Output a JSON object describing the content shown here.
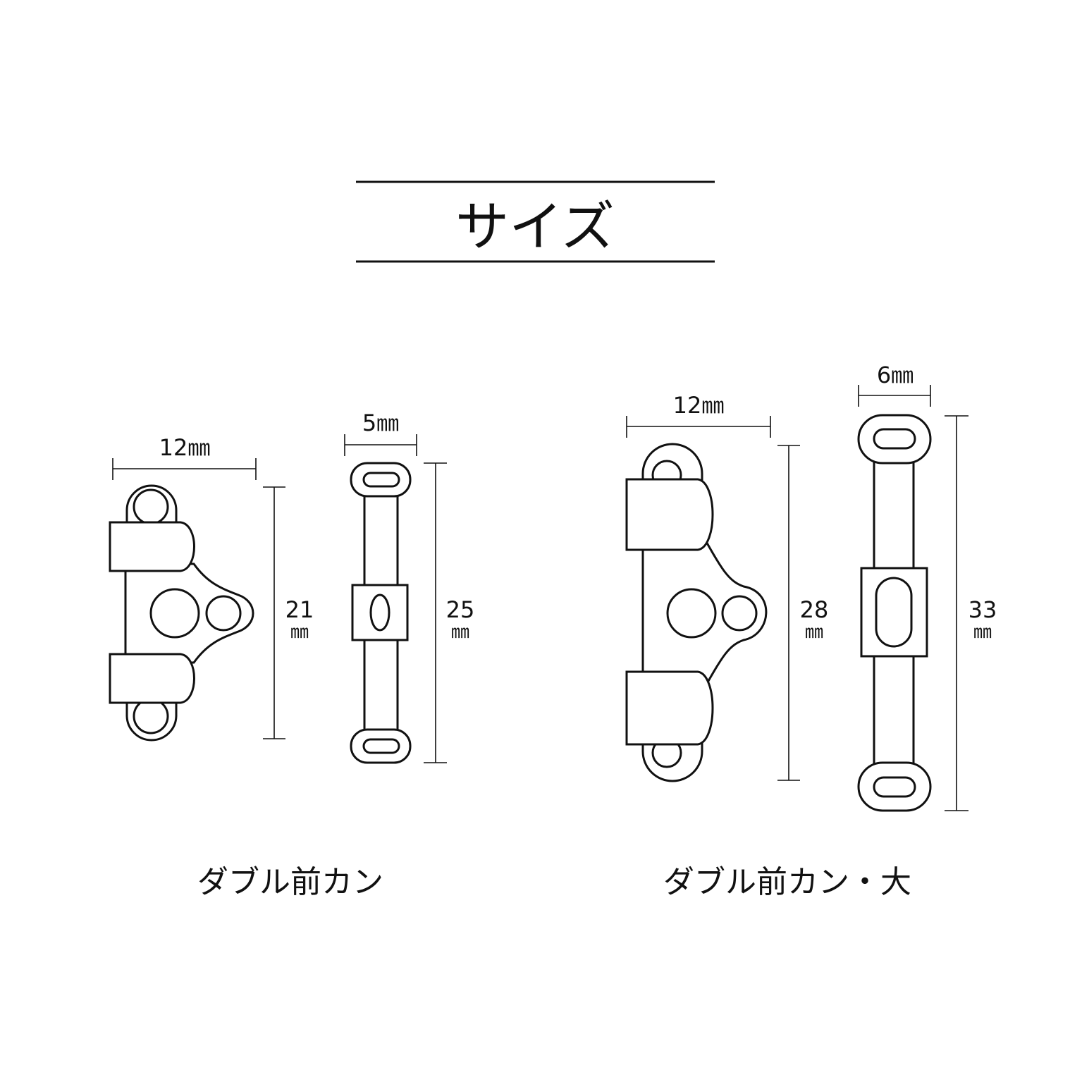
{
  "title": "サイズ",
  "items": [
    {
      "caption": "ダブル前カン",
      "front_width": "12㎜",
      "front_height": "21",
      "side_width": "5㎜",
      "side_height": "25",
      "unit": "㎜"
    },
    {
      "caption": "ダブル前カン・大",
      "front_width": "12㎜",
      "front_height": "28",
      "side_width": "6㎜",
      "side_height": "33",
      "unit": "㎜"
    }
  ]
}
